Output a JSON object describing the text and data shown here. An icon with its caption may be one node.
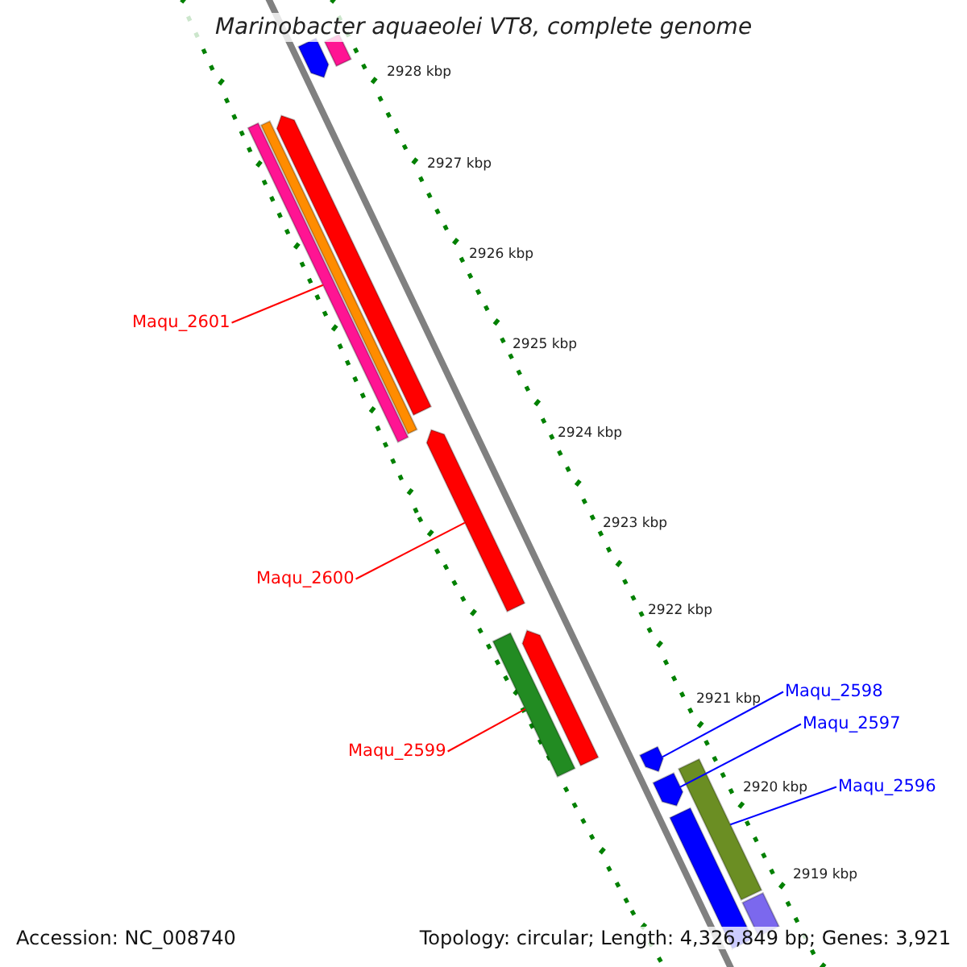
{
  "diagram": {
    "title": "Marinobacter aquaeolei VT8, complete genome",
    "nodes": [
      {
        "text": [
          "Maqu_2601"
        ]
      },
      {
        "text": [],
        "shape": "bar"
      },
      {
        "text": [
          "Maqu_2600"
        ]
      },
      {
        "text": [],
        "shape": "bar"
      },
      {
        "text": [
          "Maqu_2599"
        ]
      },
      {
        "text": [],
        "shape": "bar"
      },
      {
        "text": [
          "Maqu_2598"
        ]
      },
      {
        "text": [],
        "shape": "bar"
      },
      {
        "text": [
          "Maqu_2597"
        ]
      },
      {
        "text": [],
        "shape": "bar"
      },
      {
        "text": [
          "Maqu_2596"
        ]
      },
      {
        "text": [],
        "shape": "bar"
      }
    ],
    "edges": [
      {
        "from": 0,
        "to": 1,
        "arrow": "none"
      },
      {
        "from": 2,
        "to": 3,
        "arrow": "none"
      },
      {
        "from": 4,
        "to": 5,
        "arrow": "none"
      },
      {
        "from": 6,
        "to": 7,
        "arrow": "none",
        "color": "#0000ff"
      },
      {
        "from": 8,
        "to": 9,
        "arrow": "none",
        "color": "#0000ff"
      },
      {
        "from": 10,
        "to": 11,
        "arrow": "none",
        "color": "#0000ff"
      }
    ],
    "labels": [
      "2928 kbp",
      "2927 kbp",
      "2926 kbp",
      "2925 kbp",
      "2924 kbp",
      "2923 kbp",
      "2922 kbp",
      "2921 kbp",
      "2920 kbp",
      "2919 kbp",
      "Accession: NC_008740",
      "Topology: circular; Length: 4,326,849 bp; Genes: 3,921"
    ]
  }
}
